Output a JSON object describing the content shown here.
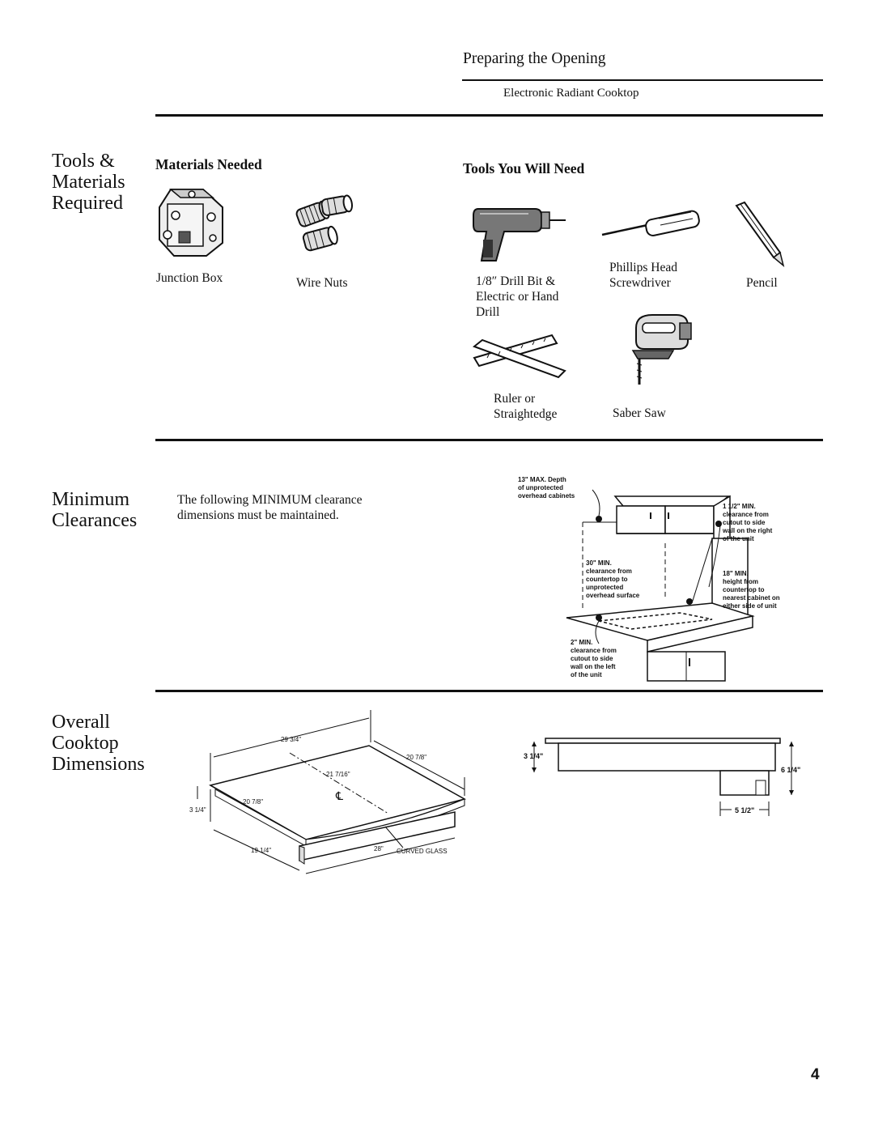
{
  "header": {
    "title": "Preparing the Opening",
    "subtitle": "Electronic Radiant Cooktop"
  },
  "tools_section": {
    "heading": "Tools &\nMaterials\nRequired",
    "materials_heading": "Materials Needed",
    "tools_heading": "Tools You Will Need",
    "materials": [
      {
        "label": "Junction Box",
        "icon": "junction-box-icon"
      },
      {
        "label": "Wire Nuts",
        "icon": "wire-nuts-icon"
      }
    ],
    "tools": [
      {
        "label": "1/8″ Drill Bit &\nElectric or Hand\nDrill",
        "icon": "drill-icon"
      },
      {
        "label": "Phillips  Head\nScrewdriver",
        "icon": "screwdriver-icon"
      },
      {
        "label": "Pencil",
        "icon": "pencil-icon"
      },
      {
        "label": "Ruler or\nStraightedge",
        "icon": "ruler-icon"
      },
      {
        "label": "Saber Saw",
        "icon": "saber-saw-icon"
      }
    ]
  },
  "clearances_section": {
    "heading": "Minimum\nClearances",
    "body": "The following MINIMUM clearance\ndimensions must be maintained.",
    "callouts": {
      "depth": "13\" MAX. Depth\nof unprotected\noverhead cabinets",
      "side_right": "1 1/2\" MIN.\nclearance from\ncutout to side\nwall on the right\nof the unit",
      "overhead": "30\" MIN.\nclearance from\ncountertop to\nunprotected\noverhead surface",
      "height": "18\" MIN.\nheight from\ncountertop to\nnearest cabinet on\neither side of unit",
      "side_left": "2\" MIN.\nclearance from\ncutout to side\nwall on the left\nof the unit"
    }
  },
  "dimensions_section": {
    "heading": "Overall\nCooktop\nDimensions",
    "labels": {
      "width_back": "29 3/4\"",
      "depth_right": "20 7/8\"",
      "centerline_depth": "21 7/16\"",
      "depth_left": "20 7/8\"",
      "thickness_left": "3 1/4\"",
      "base_width": "19 1/4\"",
      "front_width": "28\"",
      "curved_glass": "CURVED GLASS",
      "side_height": "3 1/4\"",
      "total_height": "6 1/4\"",
      "box_width": "5 1/2\""
    }
  },
  "page_number": "4"
}
